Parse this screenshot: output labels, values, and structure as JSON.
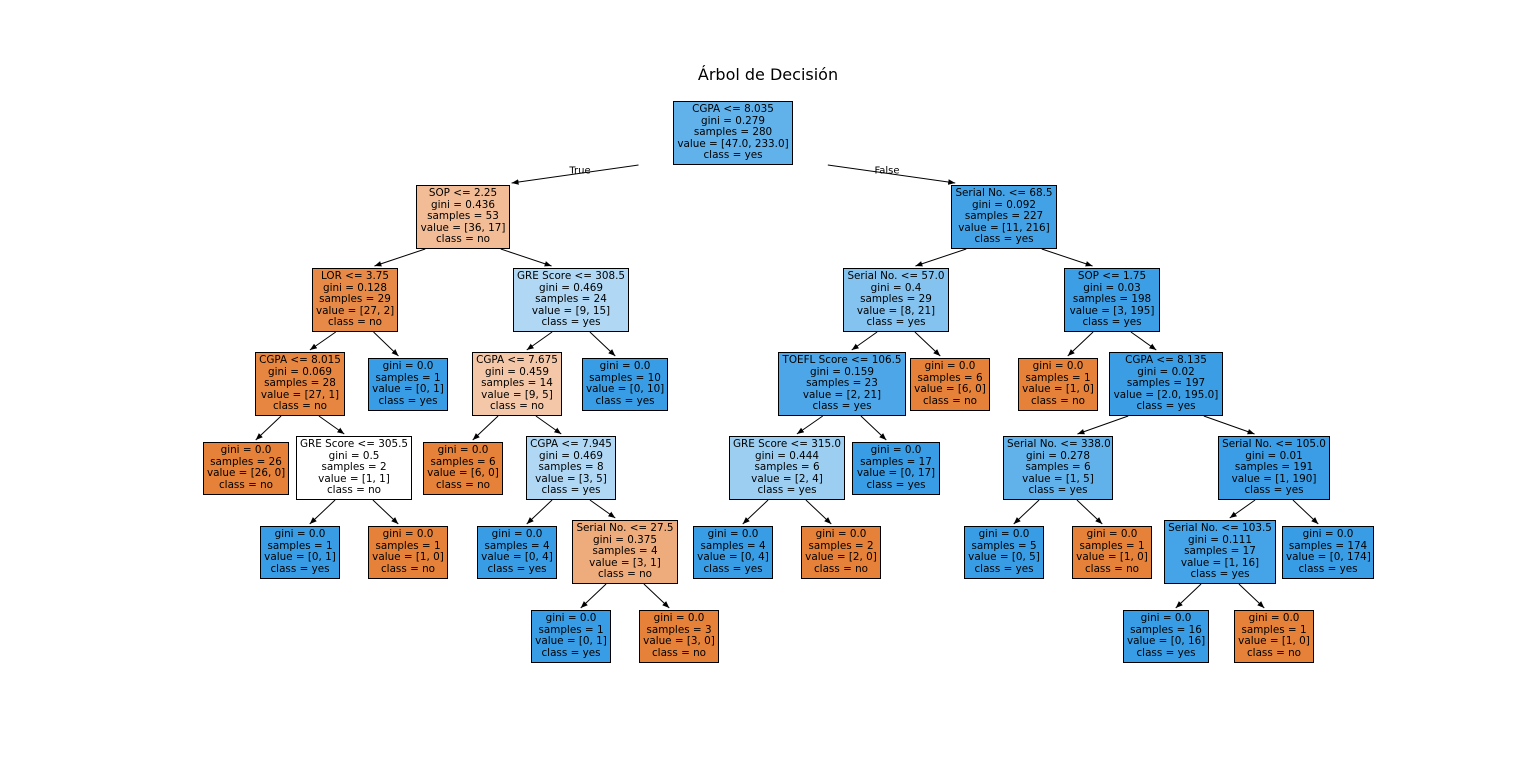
{
  "title": "Árbol de Decisión",
  "edge_labels": {
    "true": "True",
    "false": "False"
  },
  "colors": {
    "orange": "#e58139",
    "blue": "#399de5"
  },
  "nodes": [
    {
      "id": "n0",
      "lines": [
        "CGPA <= 8.035",
        "gini = 0.279",
        "samples = 280",
        "value = [47.0, 233.0]",
        "class = yes"
      ],
      "color": "#61b1ea"
    },
    {
      "id": "n1",
      "lines": [
        "SOP <= 2.25",
        "gini = 0.436",
        "samples = 53",
        "value = [36, 17]",
        "class = no"
      ],
      "color": "#f1bc96"
    },
    {
      "id": "n2",
      "lines": [
        "LOR  <= 3.75",
        "gini = 0.128",
        "samples = 29",
        "value = [27, 2]",
        "class = no"
      ],
      "color": "#e78a48"
    },
    {
      "id": "n3",
      "lines": [
        "CGPA <= 8.015",
        "gini = 0.069",
        "samples = 28",
        "value = [27, 1]",
        "class = no"
      ],
      "color": "#e68640"
    },
    {
      "id": "n4",
      "lines": [
        "gini = 0.0",
        "samples = 26",
        "value = [26, 0]",
        "class = no"
      ],
      "color": "#e58139"
    },
    {
      "id": "n5",
      "lines": [
        "GRE Score <= 305.5",
        "gini = 0.5",
        "samples = 2",
        "value = [1, 1]",
        "class = no"
      ],
      "color": "#ffffff"
    },
    {
      "id": "n6",
      "lines": [
        "gini = 0.0",
        "samples = 1",
        "value = [0, 1]",
        "class = yes"
      ],
      "color": "#399de5"
    },
    {
      "id": "n7",
      "lines": [
        "gini = 0.0",
        "samples = 1",
        "value = [1, 0]",
        "class = no"
      ],
      "color": "#e58139"
    },
    {
      "id": "n8",
      "lines": [
        "gini = 0.0",
        "samples = 1",
        "value = [0, 1]",
        "class = yes"
      ],
      "color": "#399de5"
    },
    {
      "id": "n9",
      "lines": [
        "GRE Score <= 308.5",
        "gini = 0.469",
        "samples = 24",
        "value = [9, 15]",
        "class = yes"
      ],
      "color": "#b0d8f5"
    },
    {
      "id": "n10",
      "lines": [
        "CGPA <= 7.675",
        "gini = 0.459",
        "samples = 14",
        "value = [9, 5]",
        "class = no"
      ],
      "color": "#f3c7a7"
    },
    {
      "id": "n11",
      "lines": [
        "gini = 0.0",
        "samples = 6",
        "value = [6, 0]",
        "class = no"
      ],
      "color": "#e58139"
    },
    {
      "id": "n12",
      "lines": [
        "CGPA <= 7.945",
        "gini = 0.469",
        "samples = 8",
        "value = [3, 5]",
        "class = yes"
      ],
      "color": "#b0d8f5"
    },
    {
      "id": "n13",
      "lines": [
        "gini = 0.0",
        "samples = 4",
        "value = [0, 4]",
        "class = yes"
      ],
      "color": "#399de5"
    },
    {
      "id": "n14",
      "lines": [
        "Serial No. <= 27.5",
        "gini = 0.375",
        "samples = 4",
        "value = [3, 1]",
        "class = no"
      ],
      "color": "#eeab7b"
    },
    {
      "id": "n15",
      "lines": [
        "gini = 0.0",
        "samples = 1",
        "value = [0, 1]",
        "class = yes"
      ],
      "color": "#399de5"
    },
    {
      "id": "n16",
      "lines": [
        "gini = 0.0",
        "samples = 3",
        "value = [3, 0]",
        "class = no"
      ],
      "color": "#e58139"
    },
    {
      "id": "n17",
      "lines": [
        "gini = 0.0",
        "samples = 10",
        "value = [0, 10]",
        "class = yes"
      ],
      "color": "#399de5"
    },
    {
      "id": "n18",
      "lines": [
        "Serial No. <= 68.5",
        "gini = 0.092",
        "samples = 227",
        "value = [11, 216]",
        "class = yes"
      ],
      "color": "#43a2e6"
    },
    {
      "id": "n19",
      "lines": [
        "Serial No. <= 57.0",
        "gini = 0.4",
        "samples = 29",
        "value = [8, 21]",
        "class = yes"
      ],
      "color": "#84c2ef"
    },
    {
      "id": "n20",
      "lines": [
        "TOEFL Score <= 106.5",
        "gini = 0.159",
        "samples = 23",
        "value = [2, 21]",
        "class = yes"
      ],
      "color": "#4ca6e7"
    },
    {
      "id": "n21",
      "lines": [
        "GRE Score <= 315.0",
        "gini = 0.444",
        "samples = 6",
        "value = [2, 4]",
        "class = yes"
      ],
      "color": "#9ccef2"
    },
    {
      "id": "n22",
      "lines": [
        "gini = 0.0",
        "samples = 4",
        "value = [0, 4]",
        "class = yes"
      ],
      "color": "#399de5"
    },
    {
      "id": "n23",
      "lines": [
        "gini = 0.0",
        "samples = 2",
        "value = [2, 0]",
        "class = no"
      ],
      "color": "#e58139"
    },
    {
      "id": "n24",
      "lines": [
        "gini = 0.0",
        "samples = 17",
        "value = [0, 17]",
        "class = yes"
      ],
      "color": "#399de5"
    },
    {
      "id": "n25",
      "lines": [
        "gini = 0.0",
        "samples = 6",
        "value = [6, 0]",
        "class = no"
      ],
      "color": "#e58139"
    },
    {
      "id": "n26",
      "lines": [
        "SOP <= 1.75",
        "gini = 0.03",
        "samples = 198",
        "value = [3, 195]",
        "class = yes"
      ],
      "color": "#3c9ee5"
    },
    {
      "id": "n27",
      "lines": [
        "gini = 0.0",
        "samples = 1",
        "value = [1, 0]",
        "class = no"
      ],
      "color": "#e58139"
    },
    {
      "id": "n28",
      "lines": [
        "CGPA <= 8.135",
        "gini = 0.02",
        "samples = 197",
        "value = [2.0, 195.0]",
        "class = yes"
      ],
      "color": "#3b9ee5"
    },
    {
      "id": "n29",
      "lines": [
        "Serial No. <= 338.0",
        "gini = 0.278",
        "samples = 6",
        "value = [1, 5]",
        "class = yes"
      ],
      "color": "#61b1ea"
    },
    {
      "id": "n30",
      "lines": [
        "gini = 0.0",
        "samples = 5",
        "value = [0, 5]",
        "class = yes"
      ],
      "color": "#399de5"
    },
    {
      "id": "n31",
      "lines": [
        "gini = 0.0",
        "samples = 1",
        "value = [1, 0]",
        "class = no"
      ],
      "color": "#e58139"
    },
    {
      "id": "n32",
      "lines": [
        "Serial No. <= 105.0",
        "gini = 0.01",
        "samples = 191",
        "value = [1, 190]",
        "class = yes"
      ],
      "color": "#3a9de5"
    },
    {
      "id": "n33",
      "lines": [
        "Serial No. <= 103.5",
        "gini = 0.111",
        "samples = 17",
        "value = [1, 16]",
        "class = yes"
      ],
      "color": "#45a3e7"
    },
    {
      "id": "n34",
      "lines": [
        "gini = 0.0",
        "samples = 16",
        "value = [0, 16]",
        "class = yes"
      ],
      "color": "#399de5"
    },
    {
      "id": "n35",
      "lines": [
        "gini = 0.0",
        "samples = 1",
        "value = [1, 0]",
        "class = no"
      ],
      "color": "#e58139"
    },
    {
      "id": "n36",
      "lines": [
        "gini = 0.0",
        "samples = 174",
        "value = [0, 174]",
        "class = yes"
      ],
      "color": "#399de5"
    }
  ],
  "edges": [
    [
      "n0",
      "n1"
    ],
    [
      "n0",
      "n18"
    ],
    [
      "n1",
      "n2"
    ],
    [
      "n1",
      "n9"
    ],
    [
      "n2",
      "n3"
    ],
    [
      "n2",
      "n8"
    ],
    [
      "n3",
      "n4"
    ],
    [
      "n3",
      "n5"
    ],
    [
      "n5",
      "n6"
    ],
    [
      "n5",
      "n7"
    ],
    [
      "n9",
      "n10"
    ],
    [
      "n9",
      "n17"
    ],
    [
      "n10",
      "n11"
    ],
    [
      "n10",
      "n12"
    ],
    [
      "n12",
      "n13"
    ],
    [
      "n12",
      "n14"
    ],
    [
      "n14",
      "n15"
    ],
    [
      "n14",
      "n16"
    ],
    [
      "n18",
      "n19"
    ],
    [
      "n18",
      "n26"
    ],
    [
      "n19",
      "n20"
    ],
    [
      "n19",
      "n25"
    ],
    [
      "n20",
      "n21"
    ],
    [
      "n20",
      "n24"
    ],
    [
      "n21",
      "n22"
    ],
    [
      "n21",
      "n23"
    ],
    [
      "n26",
      "n27"
    ],
    [
      "n26",
      "n28"
    ],
    [
      "n28",
      "n29"
    ],
    [
      "n28",
      "n32"
    ],
    [
      "n29",
      "n30"
    ],
    [
      "n29",
      "n31"
    ],
    [
      "n32",
      "n33"
    ],
    [
      "n32",
      "n36"
    ],
    [
      "n33",
      "n34"
    ],
    [
      "n33",
      "n35"
    ]
  ]
}
